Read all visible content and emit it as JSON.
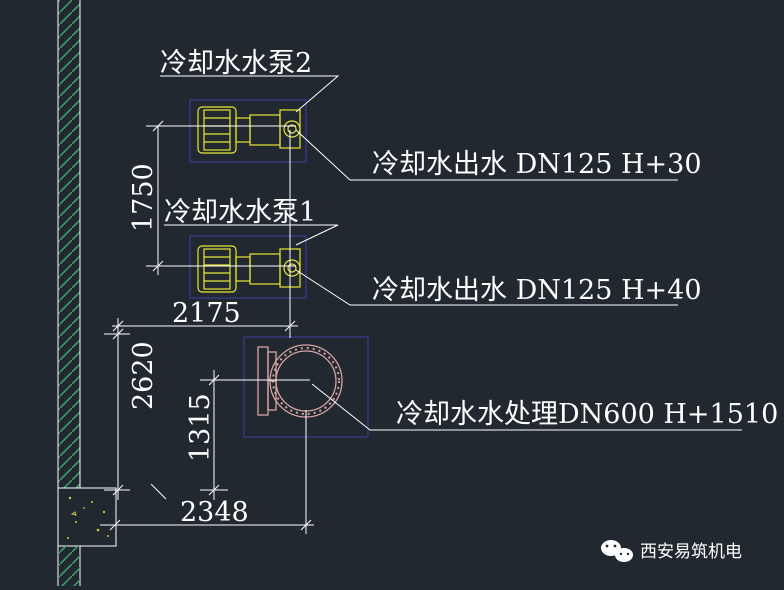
{
  "labels": {
    "pump2": "冷却水水泵2",
    "pump1": "冷却水水泵1",
    "outlet_top": "冷却水出水 DN125 H+30",
    "outlet_bottom": "冷却水出水 DN125 H+40",
    "treatment": "冷却水水处理DN600 H+1510"
  },
  "dimensions": {
    "d1750": "1750",
    "d2175": "2175",
    "d2620": "2620",
    "d1315": "1315",
    "d2348": "2348"
  },
  "watermark": {
    "text": "西安易筑机电",
    "icon": "wechat-icon"
  },
  "colors": {
    "background": "#212830",
    "equipment": "#e6e635",
    "pipe": "#d8a3a3",
    "bbox": "#3c3c90",
    "line": "#ffffff",
    "wall_hatch": "#3d9d6d"
  }
}
